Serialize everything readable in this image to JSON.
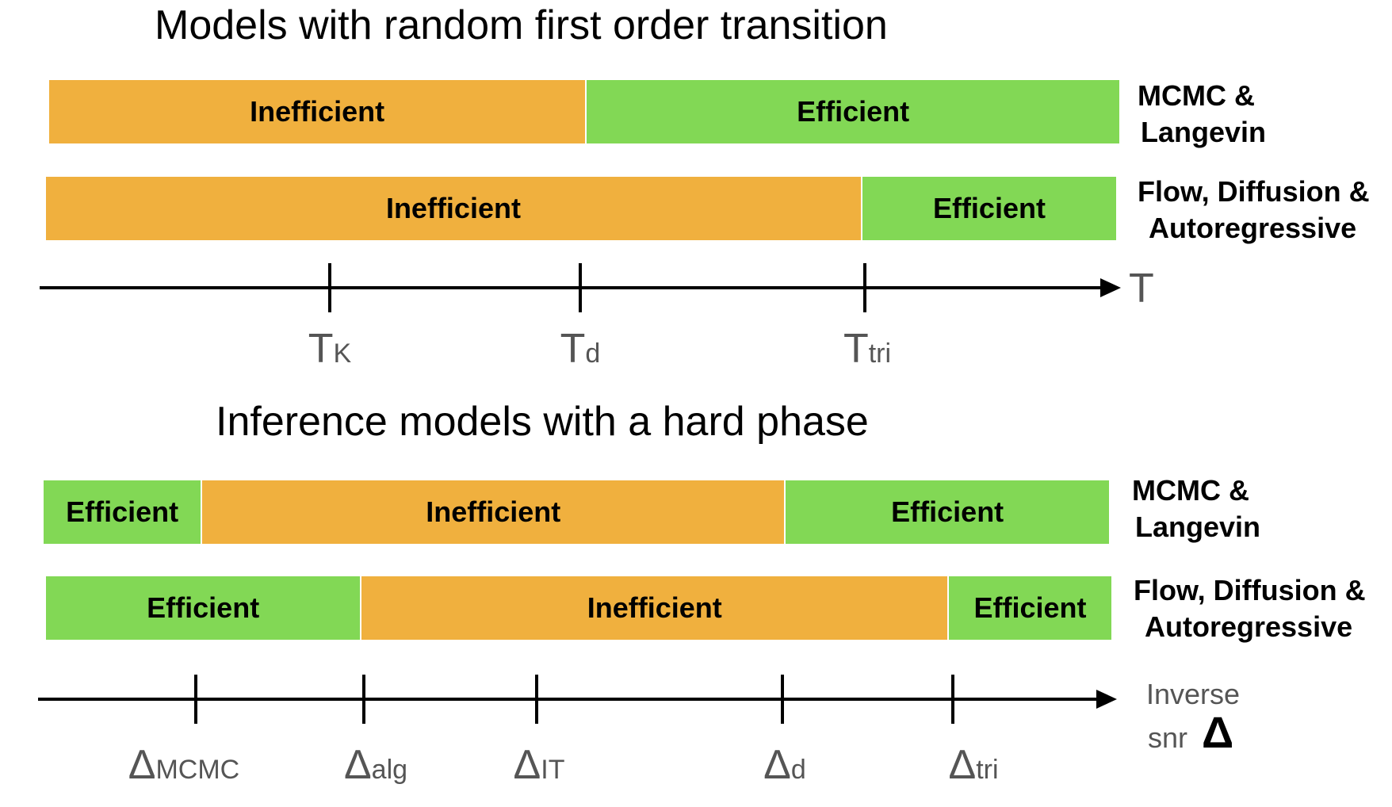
{
  "colors": {
    "inefficient": "#F0B03E",
    "efficient": "#82D855",
    "axis": "#000000",
    "tick_label": "#555555"
  },
  "panel1": {
    "title": "Models with random first order transition",
    "rows": [
      {
        "label_lines": [
          "MCMC &",
          "Langevin"
        ],
        "segments": [
          {
            "label": "Inefficient",
            "state": "inefficient",
            "weight": 600
          },
          {
            "label": "Efficient",
            "state": "efficient",
            "weight": 596
          }
        ]
      },
      {
        "label_lines": [
          "Flow, Diffusion &",
          "Autoregressive"
        ],
        "segments": [
          {
            "label": "Inefficient",
            "state": "inefficient",
            "weight": 912
          },
          {
            "label": "Efficient",
            "state": "efficient",
            "weight": 284
          }
        ]
      }
    ],
    "axis_label": "T",
    "ticks": [
      {
        "symbol": "T",
        "sub": "K"
      },
      {
        "symbol": "T",
        "sub": "d"
      },
      {
        "symbol": "T",
        "sub": "tri"
      }
    ]
  },
  "panel2": {
    "title": "Inference models with a hard phase",
    "rows": [
      {
        "label_lines": [
          "MCMC &",
          "Langevin"
        ],
        "segments": [
          {
            "label": "Efficient",
            "state": "efficient",
            "weight": 176
          },
          {
            "label": "Inefficient",
            "state": "inefficient",
            "weight": 652
          },
          {
            "label": "Efficient",
            "state": "efficient",
            "weight": 362
          }
        ]
      },
      {
        "label_lines": [
          "Flow, Diffusion &",
          "Autoregressive"
        ],
        "segments": [
          {
            "label": "Efficient",
            "state": "efficient",
            "weight": 352
          },
          {
            "label": "Inefficient",
            "state": "inefficient",
            "weight": 656
          },
          {
            "label": "Efficient",
            "state": "efficient",
            "weight": 182
          }
        ]
      }
    ],
    "axis_label_lines": [
      "Inverse",
      "snr"
    ],
    "axis_symbol": "Δ",
    "ticks": [
      {
        "symbol": "Δ",
        "sub": "MCMC"
      },
      {
        "symbol": "Δ",
        "sub": "alg"
      },
      {
        "symbol": "Δ",
        "sub": "IT"
      },
      {
        "symbol": "Δ",
        "sub": "d"
      },
      {
        "symbol": "Δ",
        "sub": "tri"
      }
    ]
  }
}
